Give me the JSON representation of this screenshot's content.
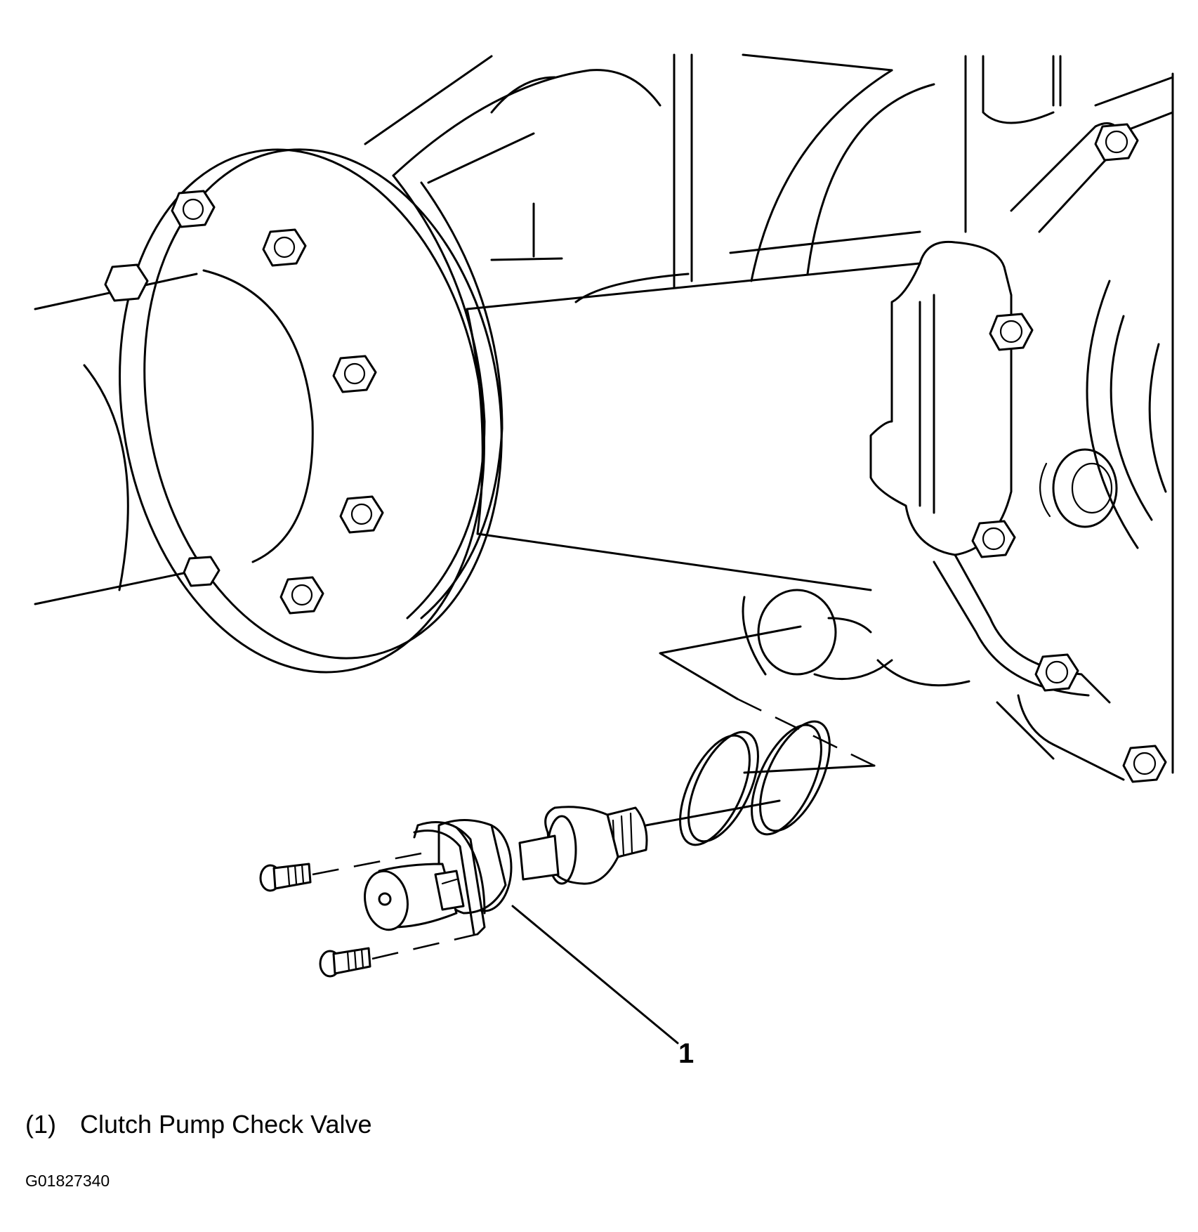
{
  "figure": {
    "callout": "1",
    "legend": {
      "number": "(1)",
      "text": "Clutch Pump Check Valve"
    },
    "figure_id": "G01827340"
  },
  "icons": {
    "axle-tube": "axle-tube-icon",
    "flange-bolt": "hex-bolt-icon",
    "check-valve": "check-valve-icon",
    "o-ring": "o-ring-icon",
    "retaining-screw": "screw-icon"
  }
}
